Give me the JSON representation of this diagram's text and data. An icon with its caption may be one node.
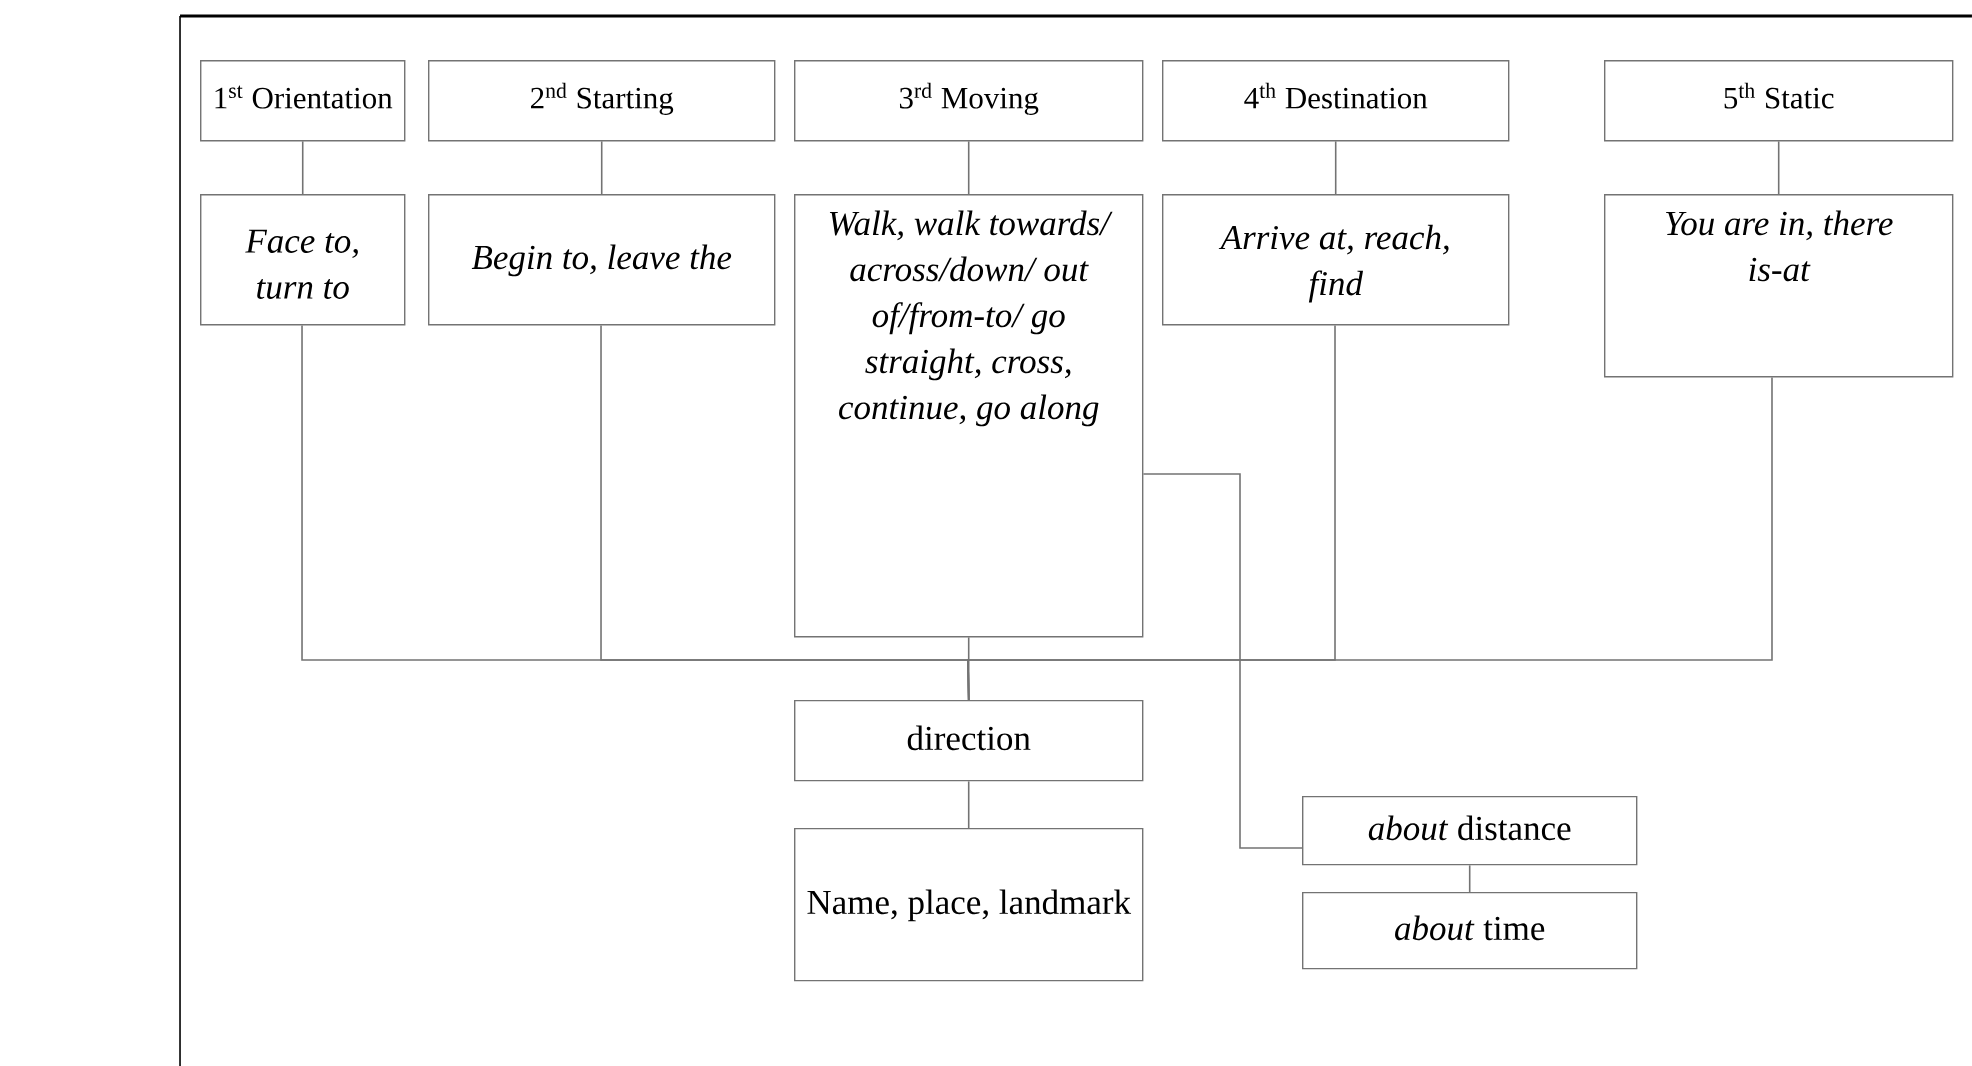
{
  "diagram": {
    "nodes": [
      {
        "text": [
          "1$^{st}$ Orientation"
        ]
      },
      {
        "text": [
          "2$^{nd}$ Starting"
        ]
      },
      {
        "text": [
          "3$^{rd}$ Moving"
        ]
      },
      {
        "text": [
          "4$^{th}$ Destination"
        ]
      },
      {
        "text": [
          "5$^{th}$ Static"
        ]
      },
      {
        "text": [
          "Face to, turn to"
        ]
      },
      {
        "text": [
          "Begin to, leave the"
        ]
      },
      {
        "text": [
          "Walk, walk towards/ across/down/ out of/from-to/ go straight, cross, continue, go along"
        ]
      },
      {
        "text": [
          "Arrive at, reach, find"
        ]
      },
      {
        "text": [
          "You are in, there is-at"
        ]
      },
      {
        "text": [
          "direction"
        ]
      },
      {
        "text": [
          "Name, place, landmark"
        ]
      },
      {
        "text": [
          "*about* distance"
        ]
      },
      {
        "text": [
          "*about* time"
        ]
      }
    ],
    "edges": [
      {
        "from": 0,
        "to": 5,
        "arrow": "none"
      },
      {
        "from": 1,
        "to": 6,
        "arrow": "none"
      },
      {
        "from": 2,
        "to": 7,
        "arrow": "none"
      },
      {
        "from": 3,
        "to": 8,
        "arrow": "none"
      },
      {
        "from": 4,
        "to": 9,
        "arrow": "none"
      },
      {
        "from": 5,
        "to": 10,
        "arrow": "none"
      },
      {
        "from": 6,
        "to": 10,
        "arrow": "none"
      },
      {
        "from": 7,
        "to": 10,
        "arrow": "none"
      },
      {
        "from": 8,
        "to": 10,
        "arrow": "none"
      },
      {
        "from": 9,
        "to": 10,
        "arrow": "none"
      },
      {
        "from": 10,
        "to": 11,
        "arrow": "none"
      },
      {
        "from": 7,
        "to": 12,
        "arrow": "none"
      },
      {
        "from": 12,
        "to": 13,
        "arrow": "none"
      }
    ]
  }
}
